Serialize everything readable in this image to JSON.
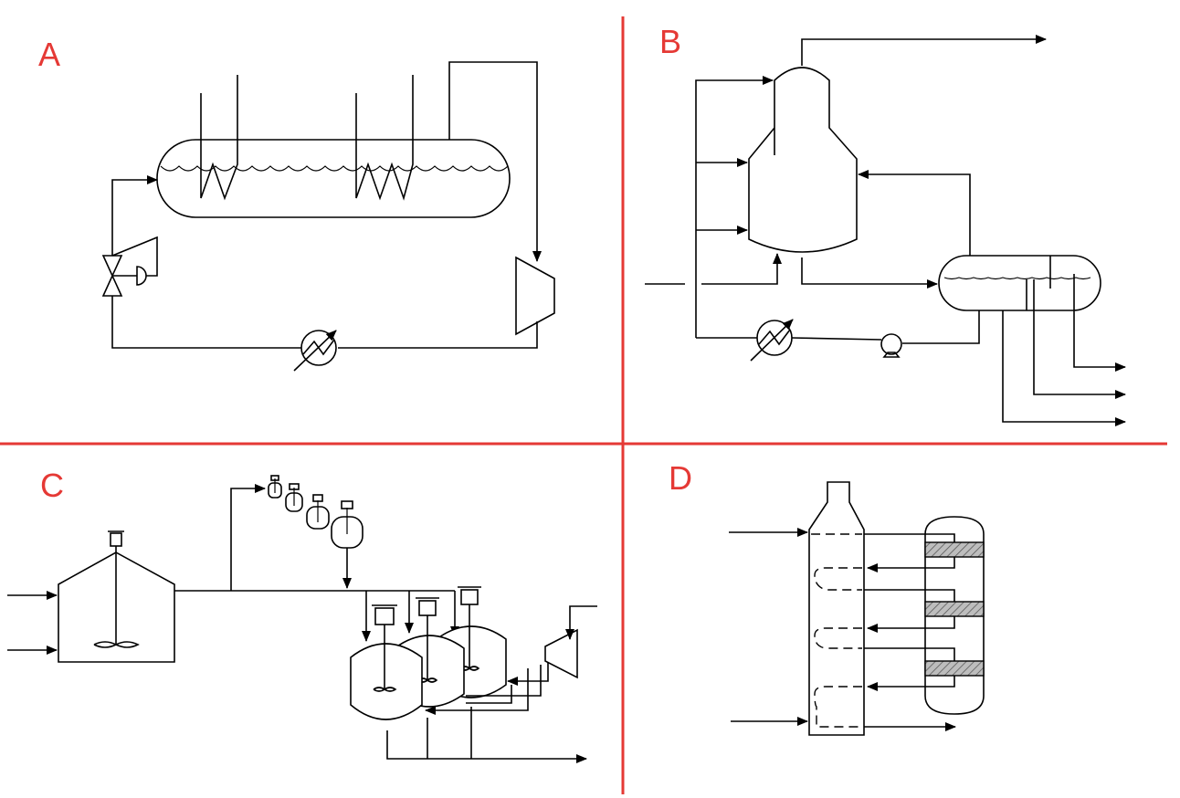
{
  "colors": {
    "divider": "#e53935",
    "label": "#e53935",
    "stroke": "#000000"
  },
  "quadrants": [
    {
      "id": "A",
      "label": "A"
    },
    {
      "id": "B",
      "label": "B"
    },
    {
      "id": "C",
      "label": "C"
    },
    {
      "id": "D",
      "label": "D"
    }
  ]
}
